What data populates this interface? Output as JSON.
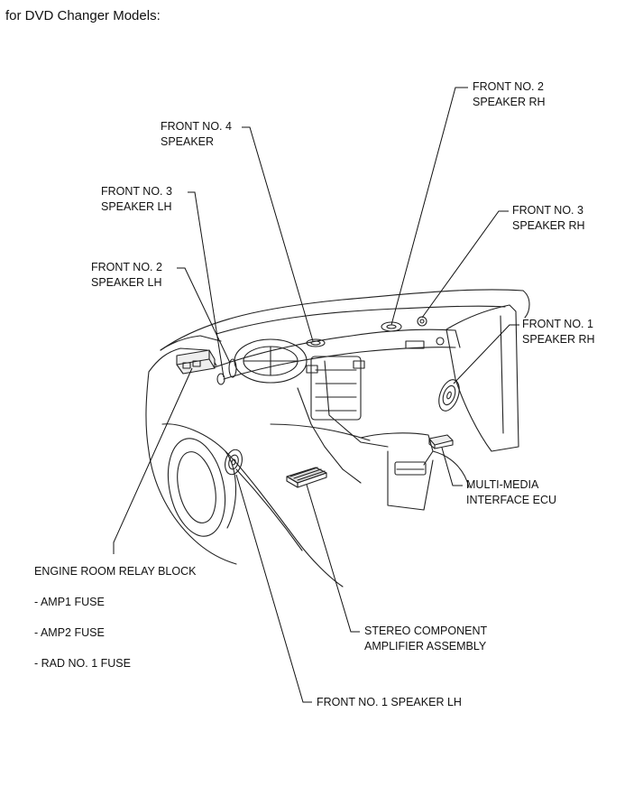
{
  "title": "for DVD Changer Models:",
  "labels": {
    "front_no2_speaker_rh": [
      "FRONT NO. 2",
      "SPEAKER RH"
    ],
    "front_no4_speaker": [
      "FRONT NO. 4",
      "SPEAKER"
    ],
    "front_no3_speaker_lh": [
      "FRONT NO. 3",
      "SPEAKER LH"
    ],
    "front_no3_speaker_rh": [
      "FRONT NO. 3",
      "SPEAKER RH"
    ],
    "front_no2_speaker_lh": [
      "FRONT NO. 2",
      "SPEAKER LH"
    ],
    "front_no1_speaker_rh": [
      "FRONT NO. 1",
      "SPEAKER RH"
    ],
    "multi_media_interface_ecu": [
      "MULTI-MEDIA",
      "INTERFACE ECU"
    ],
    "engine_room_relay_block": "ENGINE ROOM RELAY BLOCK",
    "fuses": [
      "- AMP1 FUSE",
      "- AMP2 FUSE",
      "- RAD NO. 1 FUSE"
    ],
    "stereo_component_amplifier": [
      "STEREO COMPONENT",
      "AMPLIFIER ASSEMBLY"
    ],
    "front_no1_speaker_lh": "FRONT NO. 1 SPEAKER LH"
  }
}
